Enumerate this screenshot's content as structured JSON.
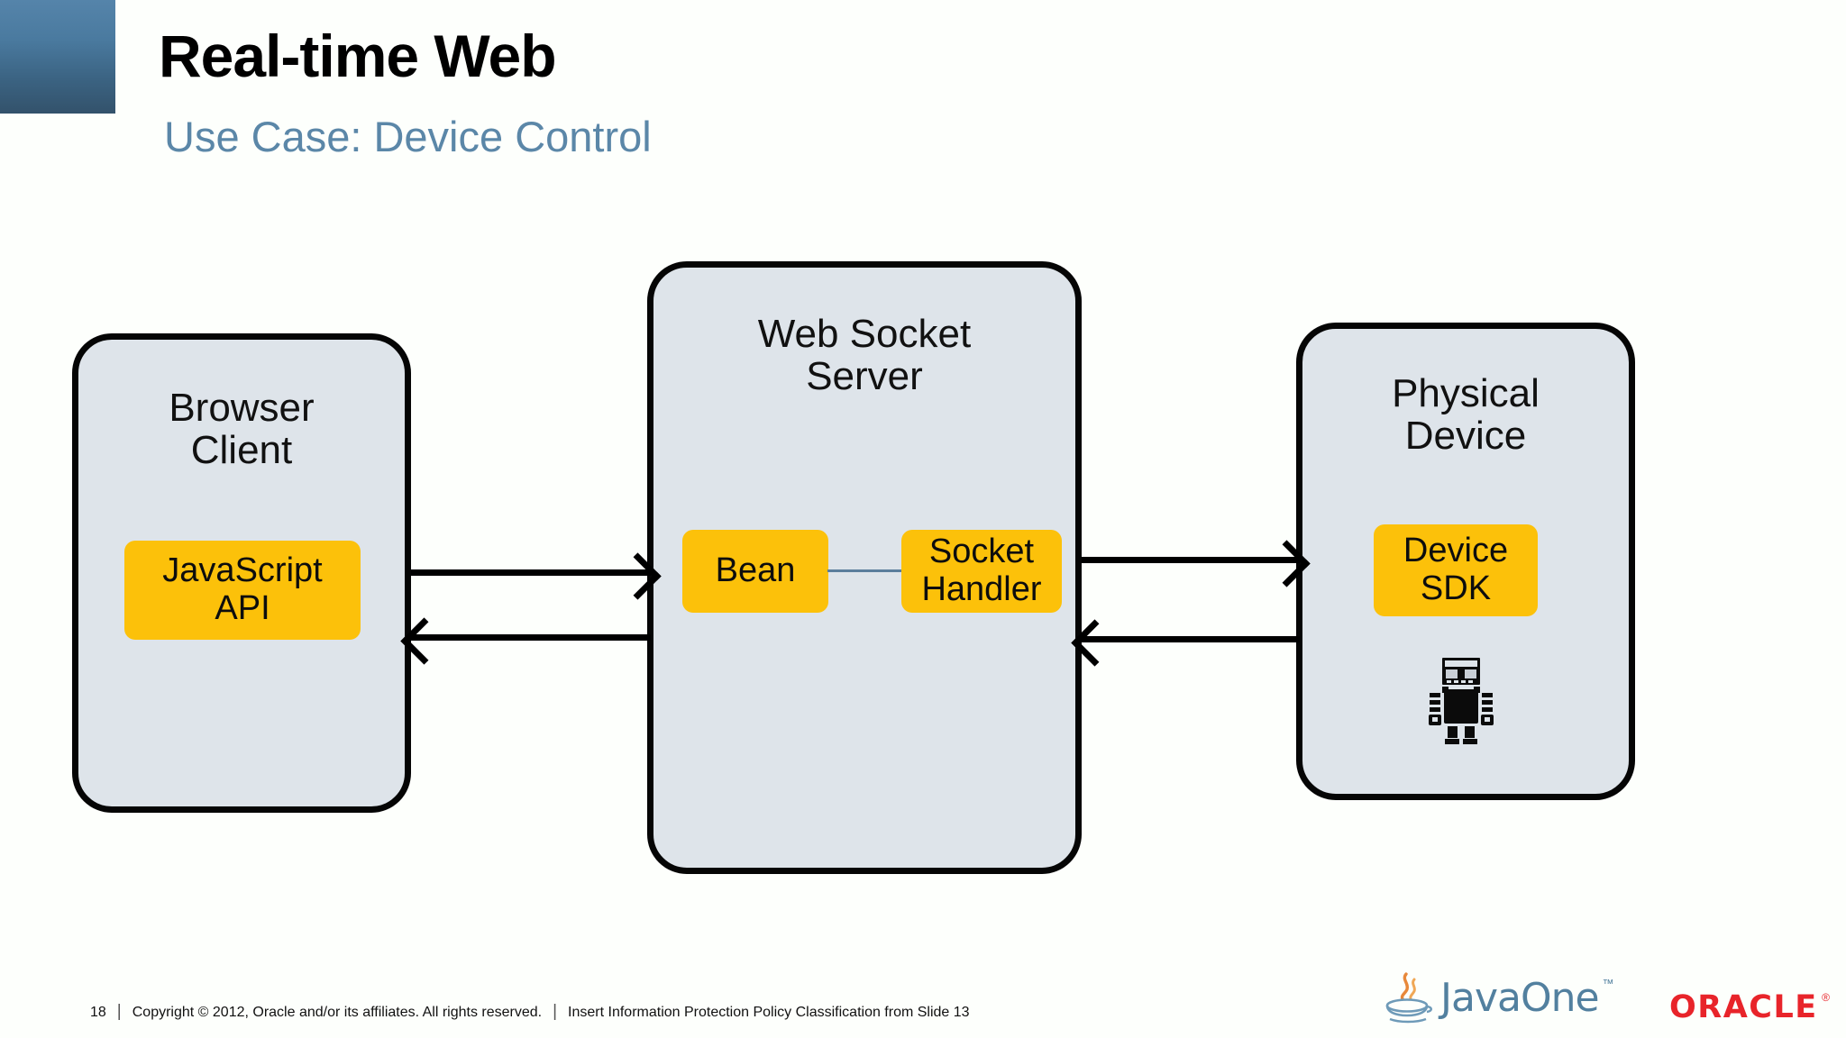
{
  "header": {
    "title": "Real-time Web",
    "subtitle": "Use Case: Device Control"
  },
  "diagram": {
    "nodes": [
      {
        "id": "browser-client",
        "title": "Browser\nClient",
        "chip": {
          "id": "javascript-api",
          "label": "JavaScript\nAPI"
        }
      },
      {
        "id": "web-socket-server",
        "title": "Web Socket\nServer",
        "chips": [
          {
            "id": "bean",
            "label": "Bean"
          },
          {
            "id": "socket-handler",
            "label": "Socket\nHandler"
          }
        ]
      },
      {
        "id": "physical-device",
        "title": "Physical\nDevice",
        "chip": {
          "id": "device-sdk",
          "label": "Device\nSDK"
        },
        "icon": "robot-icon"
      }
    ],
    "connectors": [
      {
        "id": "client-to-server",
        "direction": "right"
      },
      {
        "id": "server-to-client",
        "direction": "left"
      },
      {
        "id": "server-to-device",
        "direction": "right"
      },
      {
        "id": "device-to-server",
        "direction": "left"
      },
      {
        "id": "bean-to-socket-handler",
        "direction": "none"
      }
    ]
  },
  "footer": {
    "slide_number": "18",
    "separator": "|",
    "copyright": "Copyright © 2012,  Oracle and/or  its affiliates.  All rights reserved.",
    "classification": "Insert Information  Protection  Policy Classification  from Slide 13"
  },
  "logos": {
    "javaone": {
      "wordmark": "JavaOne",
      "trademark": "™"
    },
    "oracle": {
      "wordmark": "ORACLE",
      "registered": "®"
    }
  },
  "colors": {
    "accent_block_top": "#5584aa",
    "accent_block_bottom": "#33526b",
    "subtitle": "#5b87a8",
    "node_fill": "#dee4ea",
    "node_border": "#050505",
    "chip_fill": "#fcc10a",
    "connector_line": "#5b7e9c",
    "oracle_red": "#e8242a",
    "javaone_blue": "#52809f",
    "background": "#fdfffc"
  }
}
